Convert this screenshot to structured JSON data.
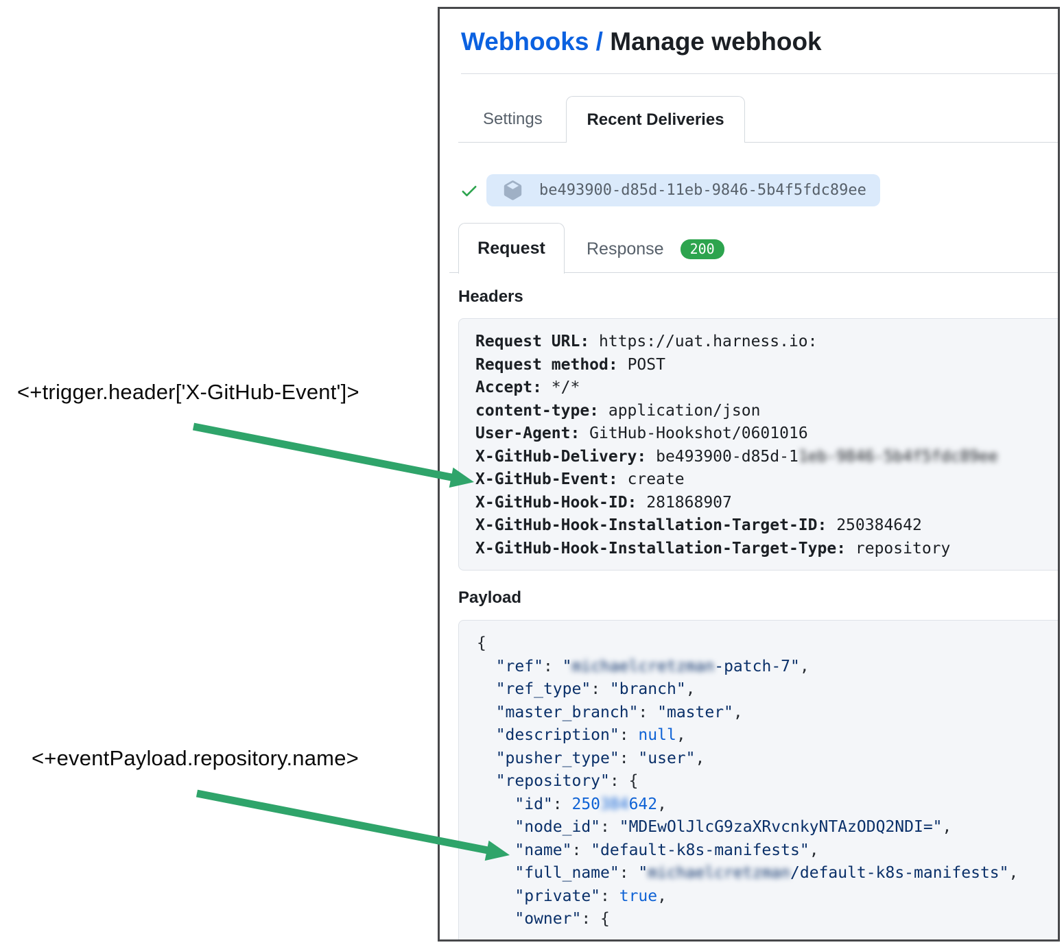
{
  "colors": {
    "link_blue": "#0b61e0",
    "heading_text": "#1b1f24",
    "muted_text": "#57606a",
    "success_green": "#2da44e",
    "arrow_green": "#2fa46a",
    "code_box_bg": "#f4f6f9",
    "pill_bg": "#dbeafb",
    "json_string": "#0a3069",
    "json_literal": "#1063d5"
  },
  "annotations": [
    {
      "text": "<+trigger.header['X-GitHub-Event']>"
    },
    {
      "text": "<+eventPayload.repository.name>"
    }
  ],
  "panel": {
    "breadcrumb": {
      "link": "Webhooks",
      "separator": " / ",
      "current": "Manage webhook"
    },
    "tabs": {
      "settings": "Settings",
      "recent_deliveries": "Recent Deliveries"
    },
    "delivery": {
      "status_icon": "check-icon",
      "item_icon": "package-icon",
      "guid": "be493900-d85d-11eb-9846-5b4f5fdc89ee"
    },
    "subtabs": {
      "request": "Request",
      "response": "Response",
      "response_status": "200"
    },
    "headers": {
      "title": "Headers",
      "lines": [
        {
          "key": "Request URL:",
          "value": "https://uat.harness.io:"
        },
        {
          "key": "Request method:",
          "value": "POST"
        },
        {
          "key": "Accept:",
          "value": "*/*"
        },
        {
          "key": "content-type:",
          "value": "application/json"
        },
        {
          "key": "User-Agent:",
          "value": "GitHub-Hookshot/0601016"
        },
        {
          "key": "X-GitHub-Delivery:",
          "value": "be493900-d85d-1",
          "blurred": "1eb-9846-5b4f5fdc89ee"
        },
        {
          "key": "X-GitHub-Event:",
          "value": "create"
        },
        {
          "key": "X-GitHub-Hook-ID:",
          "value": "281868907"
        },
        {
          "key": "X-GitHub-Hook-Installation-Target-ID:",
          "value": "250384642"
        },
        {
          "key": "X-GitHub-Hook-Installation-Target-Type:",
          "value": "repository"
        }
      ]
    },
    "payload": {
      "title": "Payload",
      "lines": [
        [
          [
            "p",
            "{"
          ]
        ],
        [
          [
            "p",
            "  "
          ],
          [
            "s",
            "\"ref\""
          ],
          [
            "p",
            ": "
          ],
          [
            "s",
            "\""
          ],
          [
            "sb",
            "michaelcretzman"
          ],
          [
            "s",
            "-patch-7\""
          ],
          [
            "p",
            ","
          ]
        ],
        [
          [
            "p",
            "  "
          ],
          [
            "s",
            "\"ref_type\""
          ],
          [
            "p",
            ": "
          ],
          [
            "s",
            "\"branch\""
          ],
          [
            "p",
            ","
          ]
        ],
        [
          [
            "p",
            "  "
          ],
          [
            "s",
            "\"master_branch\""
          ],
          [
            "p",
            ": "
          ],
          [
            "s",
            "\"master\""
          ],
          [
            "p",
            ","
          ]
        ],
        [
          [
            "p",
            "  "
          ],
          [
            "s",
            "\"description\""
          ],
          [
            "p",
            ": "
          ],
          [
            "l",
            "null"
          ],
          [
            "p",
            ","
          ]
        ],
        [
          [
            "p",
            "  "
          ],
          [
            "s",
            "\"pusher_type\""
          ],
          [
            "p",
            ": "
          ],
          [
            "s",
            "\"user\""
          ],
          [
            "p",
            ","
          ]
        ],
        [
          [
            "p",
            "  "
          ],
          [
            "s",
            "\"repository\""
          ],
          [
            "p",
            ": {"
          ]
        ],
        [
          [
            "p",
            "    "
          ],
          [
            "s",
            "\"id\""
          ],
          [
            "p",
            ": "
          ],
          [
            "l",
            "250"
          ],
          [
            "lb",
            "384"
          ],
          [
            "l",
            "642"
          ],
          [
            "p",
            ","
          ]
        ],
        [
          [
            "p",
            "    "
          ],
          [
            "s",
            "\"node_id\""
          ],
          [
            "p",
            ": "
          ],
          [
            "s",
            "\"MDEwOlJlcG9zaXRvcnkyNTAzODQ2NDI=\""
          ],
          [
            "p",
            ","
          ]
        ],
        [
          [
            "p",
            "    "
          ],
          [
            "s",
            "\"name\""
          ],
          [
            "p",
            ": "
          ],
          [
            "s",
            "\"default-k8s-manifests\""
          ],
          [
            "p",
            ","
          ]
        ],
        [
          [
            "p",
            "    "
          ],
          [
            "s",
            "\"full_name\""
          ],
          [
            "p",
            ": "
          ],
          [
            "s",
            "\""
          ],
          [
            "sb",
            "michaelcretzman"
          ],
          [
            "s",
            "/default-k8s-manifests\""
          ],
          [
            "p",
            ","
          ]
        ],
        [
          [
            "p",
            "    "
          ],
          [
            "s",
            "\"private\""
          ],
          [
            "p",
            ": "
          ],
          [
            "l",
            "true"
          ],
          [
            "p",
            ","
          ]
        ],
        [
          [
            "p",
            "    "
          ],
          [
            "s",
            "\"owner\""
          ],
          [
            "p",
            ": {"
          ]
        ]
      ]
    }
  }
}
